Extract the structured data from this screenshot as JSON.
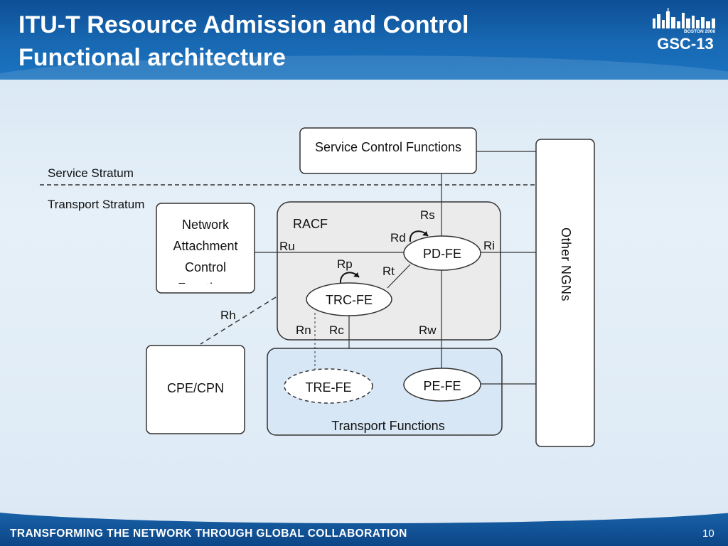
{
  "slide": {
    "title": "ITU-T Resource Admission and Control\nFunctional architecture",
    "logo_text": "GSC-13",
    "logo_subtext": "BOSTON 2008",
    "tagline": "TRANSFORMING THE NETWORK THROUGH GLOBAL COLLABORATION",
    "page_number": "10"
  },
  "diagram": {
    "service_control": "Service Control Functions",
    "service_stratum": "Service Stratum",
    "transport_stratum": "Transport Stratum",
    "other_ngns": "Other NGNs",
    "nacf": [
      "Network",
      "Attachment",
      "Control",
      "Functions"
    ],
    "racf": "RACF",
    "pd_fe": "PD-FE",
    "trc_fe": "TRC-FE",
    "cpe_cpn": "CPE/CPN",
    "tre_fe": "TRE-FE",
    "pe_fe": "PE-FE",
    "transport_functions": "Transport Functions",
    "ref_points": {
      "rs": "Rs",
      "rd": "Rd",
      "ru": "Ru",
      "ri": "Ri",
      "rp": "Rp",
      "rt": "Rt",
      "rh": "Rh",
      "rn": "Rn",
      "rc": "Rc",
      "rw": "Rw"
    }
  }
}
